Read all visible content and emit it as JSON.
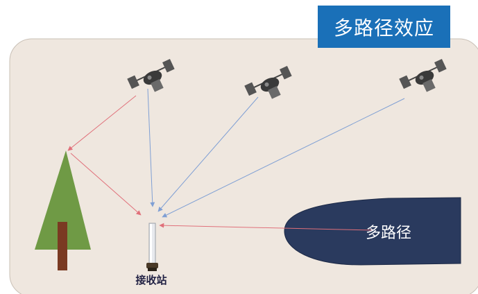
{
  "title": "多路径效应",
  "lake_label": "多路径",
  "station_label": "接收站",
  "icons": {
    "satellite": "satellite-icon",
    "tree": "tree-icon",
    "receiver": "receiver-antenna-icon",
    "lake": "water-body-icon"
  },
  "colors": {
    "background_panel": "#efe7df",
    "title_box": "#1a70b8",
    "lake": "#2a3a5e",
    "tree_canopy": "#6f9a45",
    "tree_trunk": "#7a3a22",
    "direct_signal": "#7f9fd4",
    "reflected_signal": "#e0707a"
  }
}
